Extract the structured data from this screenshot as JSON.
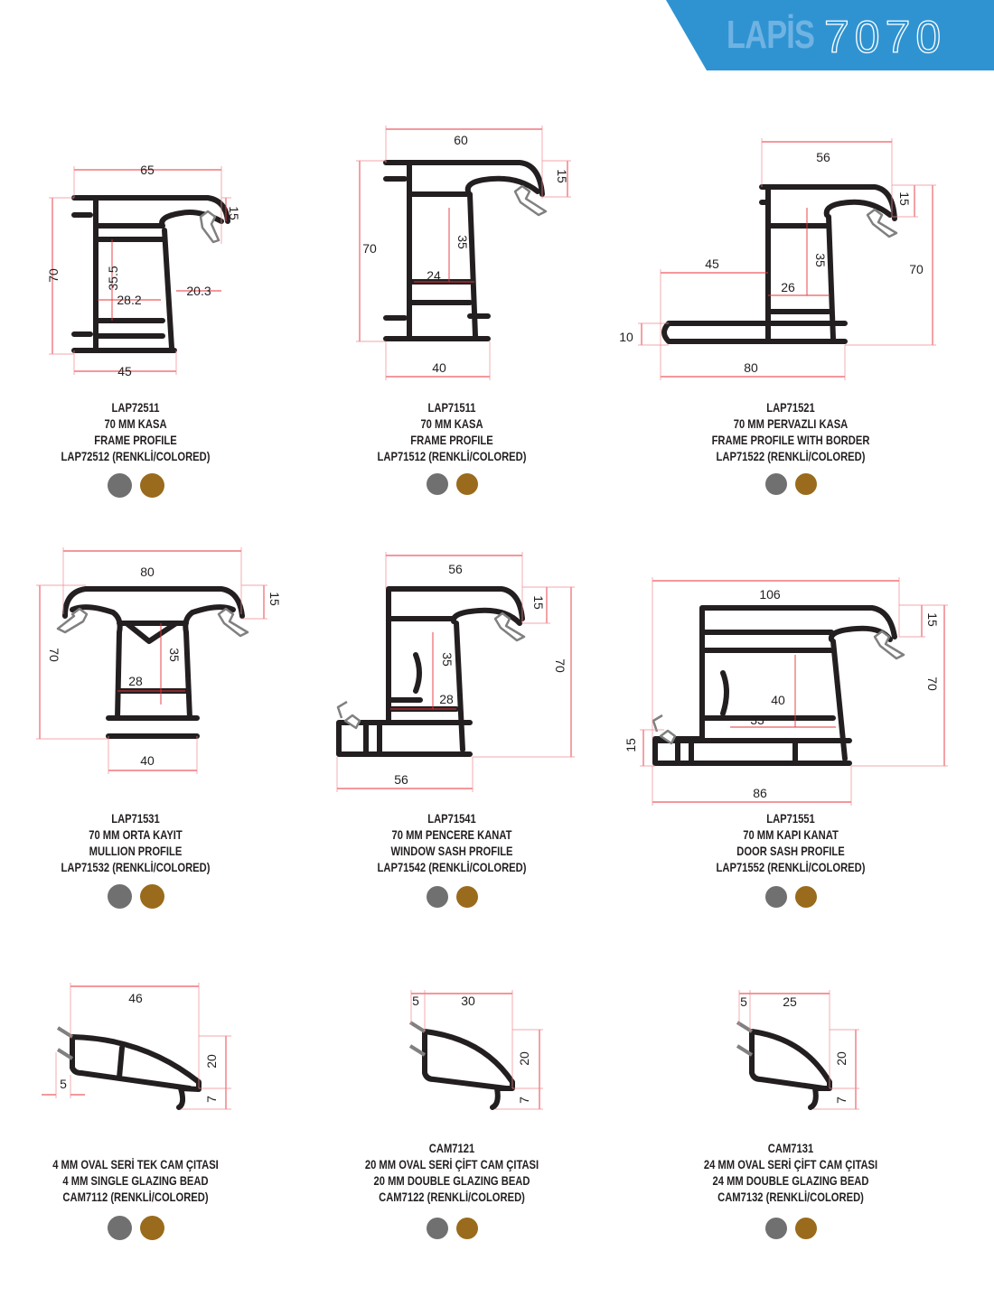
{
  "header": {
    "brand": "LAPİS",
    "model": "7070",
    "band_color": "#3093d1"
  },
  "swatch_colors": {
    "gray": "#707070",
    "gold": "#9a6b1c"
  },
  "profiles": [
    {
      "lines": [
        "LAP72511",
        "70 MM KASA",
        "FRAME PROFILE",
        "LAP72512 (RENKLİ/COLORED)"
      ],
      "dims": [
        "65",
        "70",
        "15",
        "45",
        "35.5",
        "28.2",
        "20.3"
      ]
    },
    {
      "lines": [
        "LAP71511",
        "70 MM KASA",
        "FRAME PROFILE",
        "LAP71512 (RENKLİ/COLORED)"
      ],
      "dims": [
        "60",
        "15",
        "70",
        "35",
        "24",
        "40"
      ]
    },
    {
      "lines": [
        "LAP71521",
        "70 MM PERVAZLI KASA",
        "FRAME PROFILE WITH BORDER",
        "LAP71522 (RENKLİ/COLORED)"
      ],
      "dims": [
        "56",
        "15",
        "70",
        "45",
        "26",
        "35",
        "10",
        "80"
      ]
    },
    {
      "lines": [
        "LAP71531",
        "70 MM ORTA KAYIT",
        "MULLION PROFILE",
        "LAP71532 (RENKLİ/COLORED)"
      ],
      "dims": [
        "80",
        "15",
        "70",
        "35",
        "28",
        "40"
      ]
    },
    {
      "lines": [
        "LAP71541",
        "70 MM PENCERE KANAT",
        "WINDOW SASH PROFILE",
        "LAP71542 (RENKLİ/COLORED)"
      ],
      "dims": [
        "56",
        "15",
        "70",
        "35",
        "28",
        "56"
      ]
    },
    {
      "lines": [
        "LAP71551",
        "70 MM KAPI KANAT",
        "DOOR SASH PROFILE",
        "LAP71552 (RENKLİ/COLORED)"
      ],
      "dims": [
        "106",
        "15",
        "70",
        "40",
        "33",
        "15",
        "86"
      ]
    },
    {
      "lines": [
        "4 MM OVAL SERİ TEK CAM ÇITASI",
        "4 MM SINGLE GLAZING BEAD",
        "CAM7112 (RENKLİ/COLORED)"
      ],
      "dims": [
        "46",
        "20",
        "7",
        "5"
      ]
    },
    {
      "lines": [
        "CAM7121",
        "20 MM OVAL SERİ ÇİFT CAM ÇITASI",
        "20 MM DOUBLE GLAZING BEAD",
        "CAM7122 (RENKLİ/COLORED)"
      ],
      "dims": [
        "5",
        "30",
        "20",
        "7"
      ]
    },
    {
      "lines": [
        "CAM7131",
        "24 MM OVAL SERİ ÇİFT CAM ÇITASI",
        "24 MM DOUBLE GLAZING BEAD",
        "CAM7132 (RENKLİ/COLORED)"
      ],
      "dims": [
        "5",
        "25",
        "20",
        "7"
      ]
    }
  ]
}
